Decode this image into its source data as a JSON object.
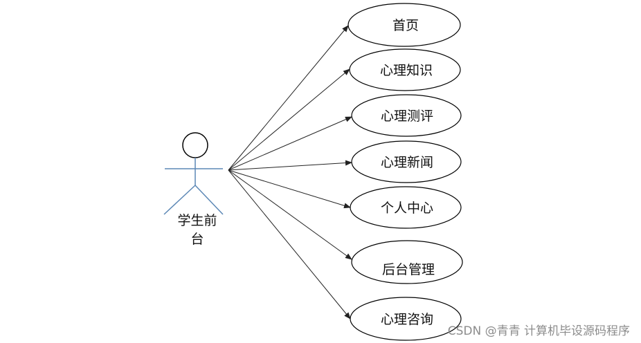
{
  "actor": {
    "name_line1": "学生前",
    "name_line2": "台"
  },
  "use_cases": [
    {
      "label": "首页"
    },
    {
      "label": "心理知识"
    },
    {
      "label": "心理测评"
    },
    {
      "label": "心理新闻"
    },
    {
      "label": "个人中心"
    },
    {
      "label": "后台管理"
    },
    {
      "label": "心理咨询"
    }
  ],
  "watermark": "CSDN @青青  计算机毕设源码程序",
  "colors": {
    "actor_limbs": "#5b87b5",
    "outline": "#000000",
    "watermark": "#8c8c8c"
  }
}
